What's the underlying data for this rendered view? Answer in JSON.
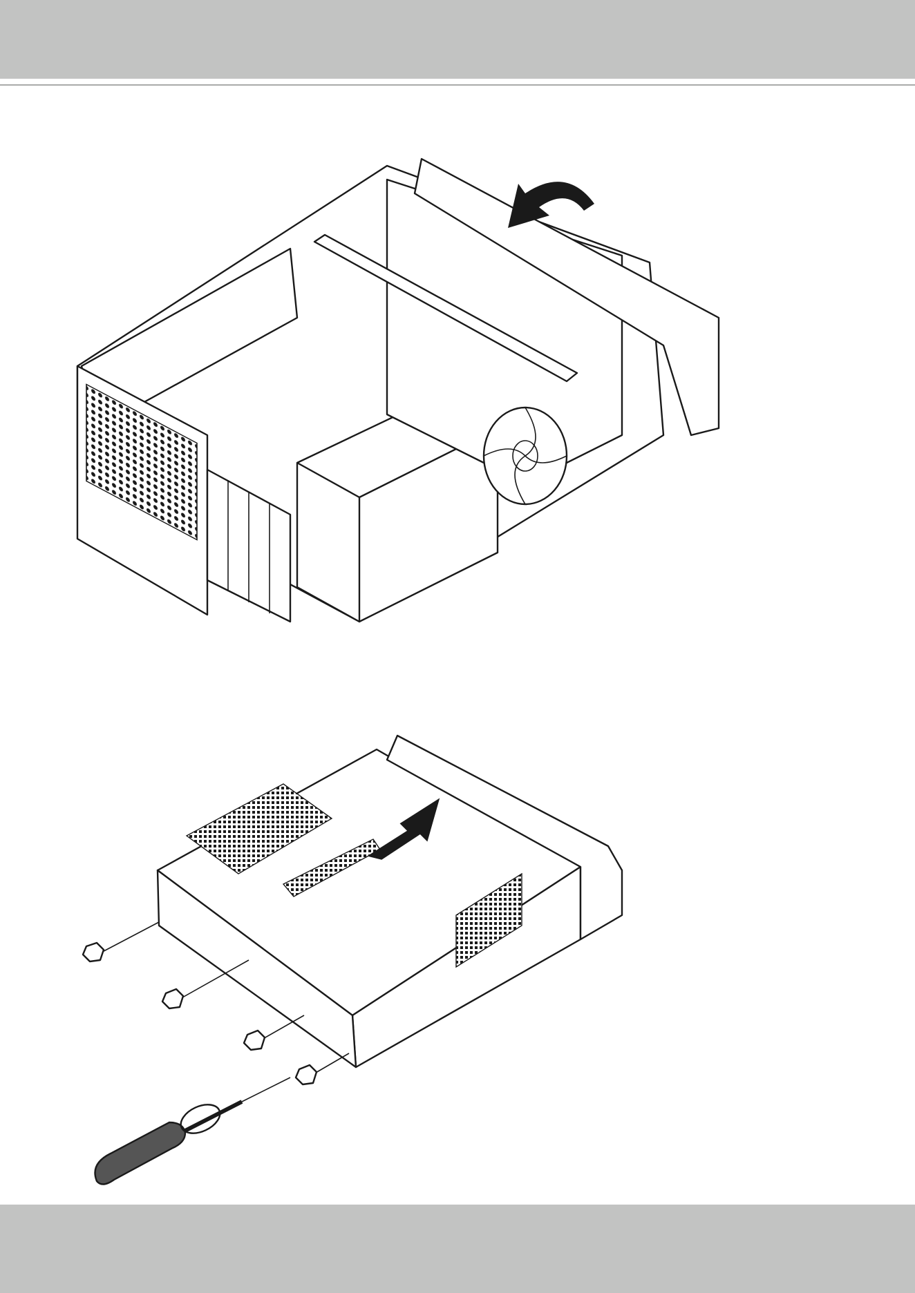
{
  "page": {
    "header_color": "#c2c3c2",
    "footer_color": "#c2c3c2",
    "rule_color": "#a9aaa9"
  },
  "figures": [
    {
      "name": "chassis-interior-illustration",
      "icon": "open-chassis-with-bezel-arrow"
    },
    {
      "name": "cover-install-illustration",
      "icon": "closed-chassis-with-screws-and-screwdriver"
    }
  ]
}
